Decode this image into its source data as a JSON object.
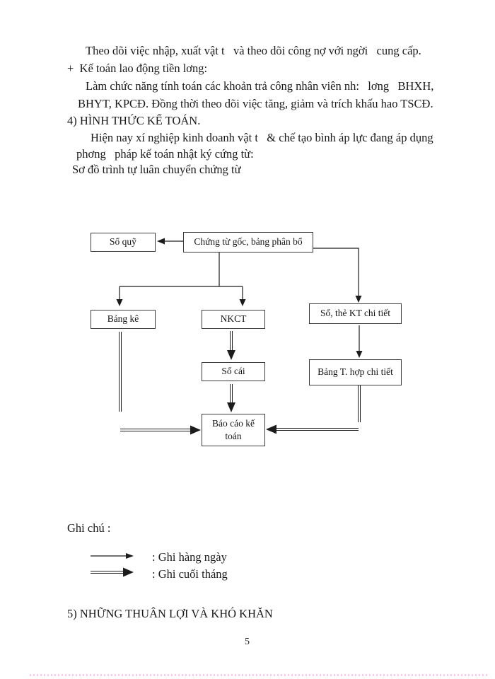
{
  "content": {
    "lines": [
      "Theo dõi việc nhập, xuất vật t   và theo dõi công nợ với ngời   cung cấp.",
      "+  Kế toán lao động tiền lơng:",
      "Làm chức năng tính toán các khoản trả công nhân viên nh:   lơng   BHXH,",
      "BHYT, KPCĐ. Đồng thời theo dõi việc tăng, giảm và trích khấu hao TSCĐ.",
      "4) HÌNH THỨC KẾ TOÁN.",
      "Hiện nay xí nghiệp kinh doanh vật t   & chế tạo bình áp lực đang áp dụng",
      "phơng   pháp kế toán nhật ký cứng từ:",
      "Sơ đồ trình tự luân chuyển chứng từ"
    ],
    "heading_bottom": "5) NHỮNG THUÂN LỢI VÀ KHÓ KHĂN"
  },
  "diagram": {
    "boxes": {
      "so_quy": "Sổ quỹ",
      "chung_tu": "Chứng từ gốc, bảng phân bổ",
      "bang_ke": "Bảng kê",
      "nkct": "NKCT",
      "so_the_kt": "Sổ, thẻ KT chi tiết",
      "so_cai": "Sổ cái",
      "bang_tong_hop": "Bảng T. hợp chi tiết",
      "bao_cao": "Báo cáo kế toán"
    },
    "legend": {
      "title": "Ghi chú :",
      "daily_label": ": Ghi hàng ngày",
      "monthly_label": ": Ghi cuối tháng"
    },
    "line_color": "#1c1c1c"
  },
  "footer": {
    "page_number": "5"
  }
}
